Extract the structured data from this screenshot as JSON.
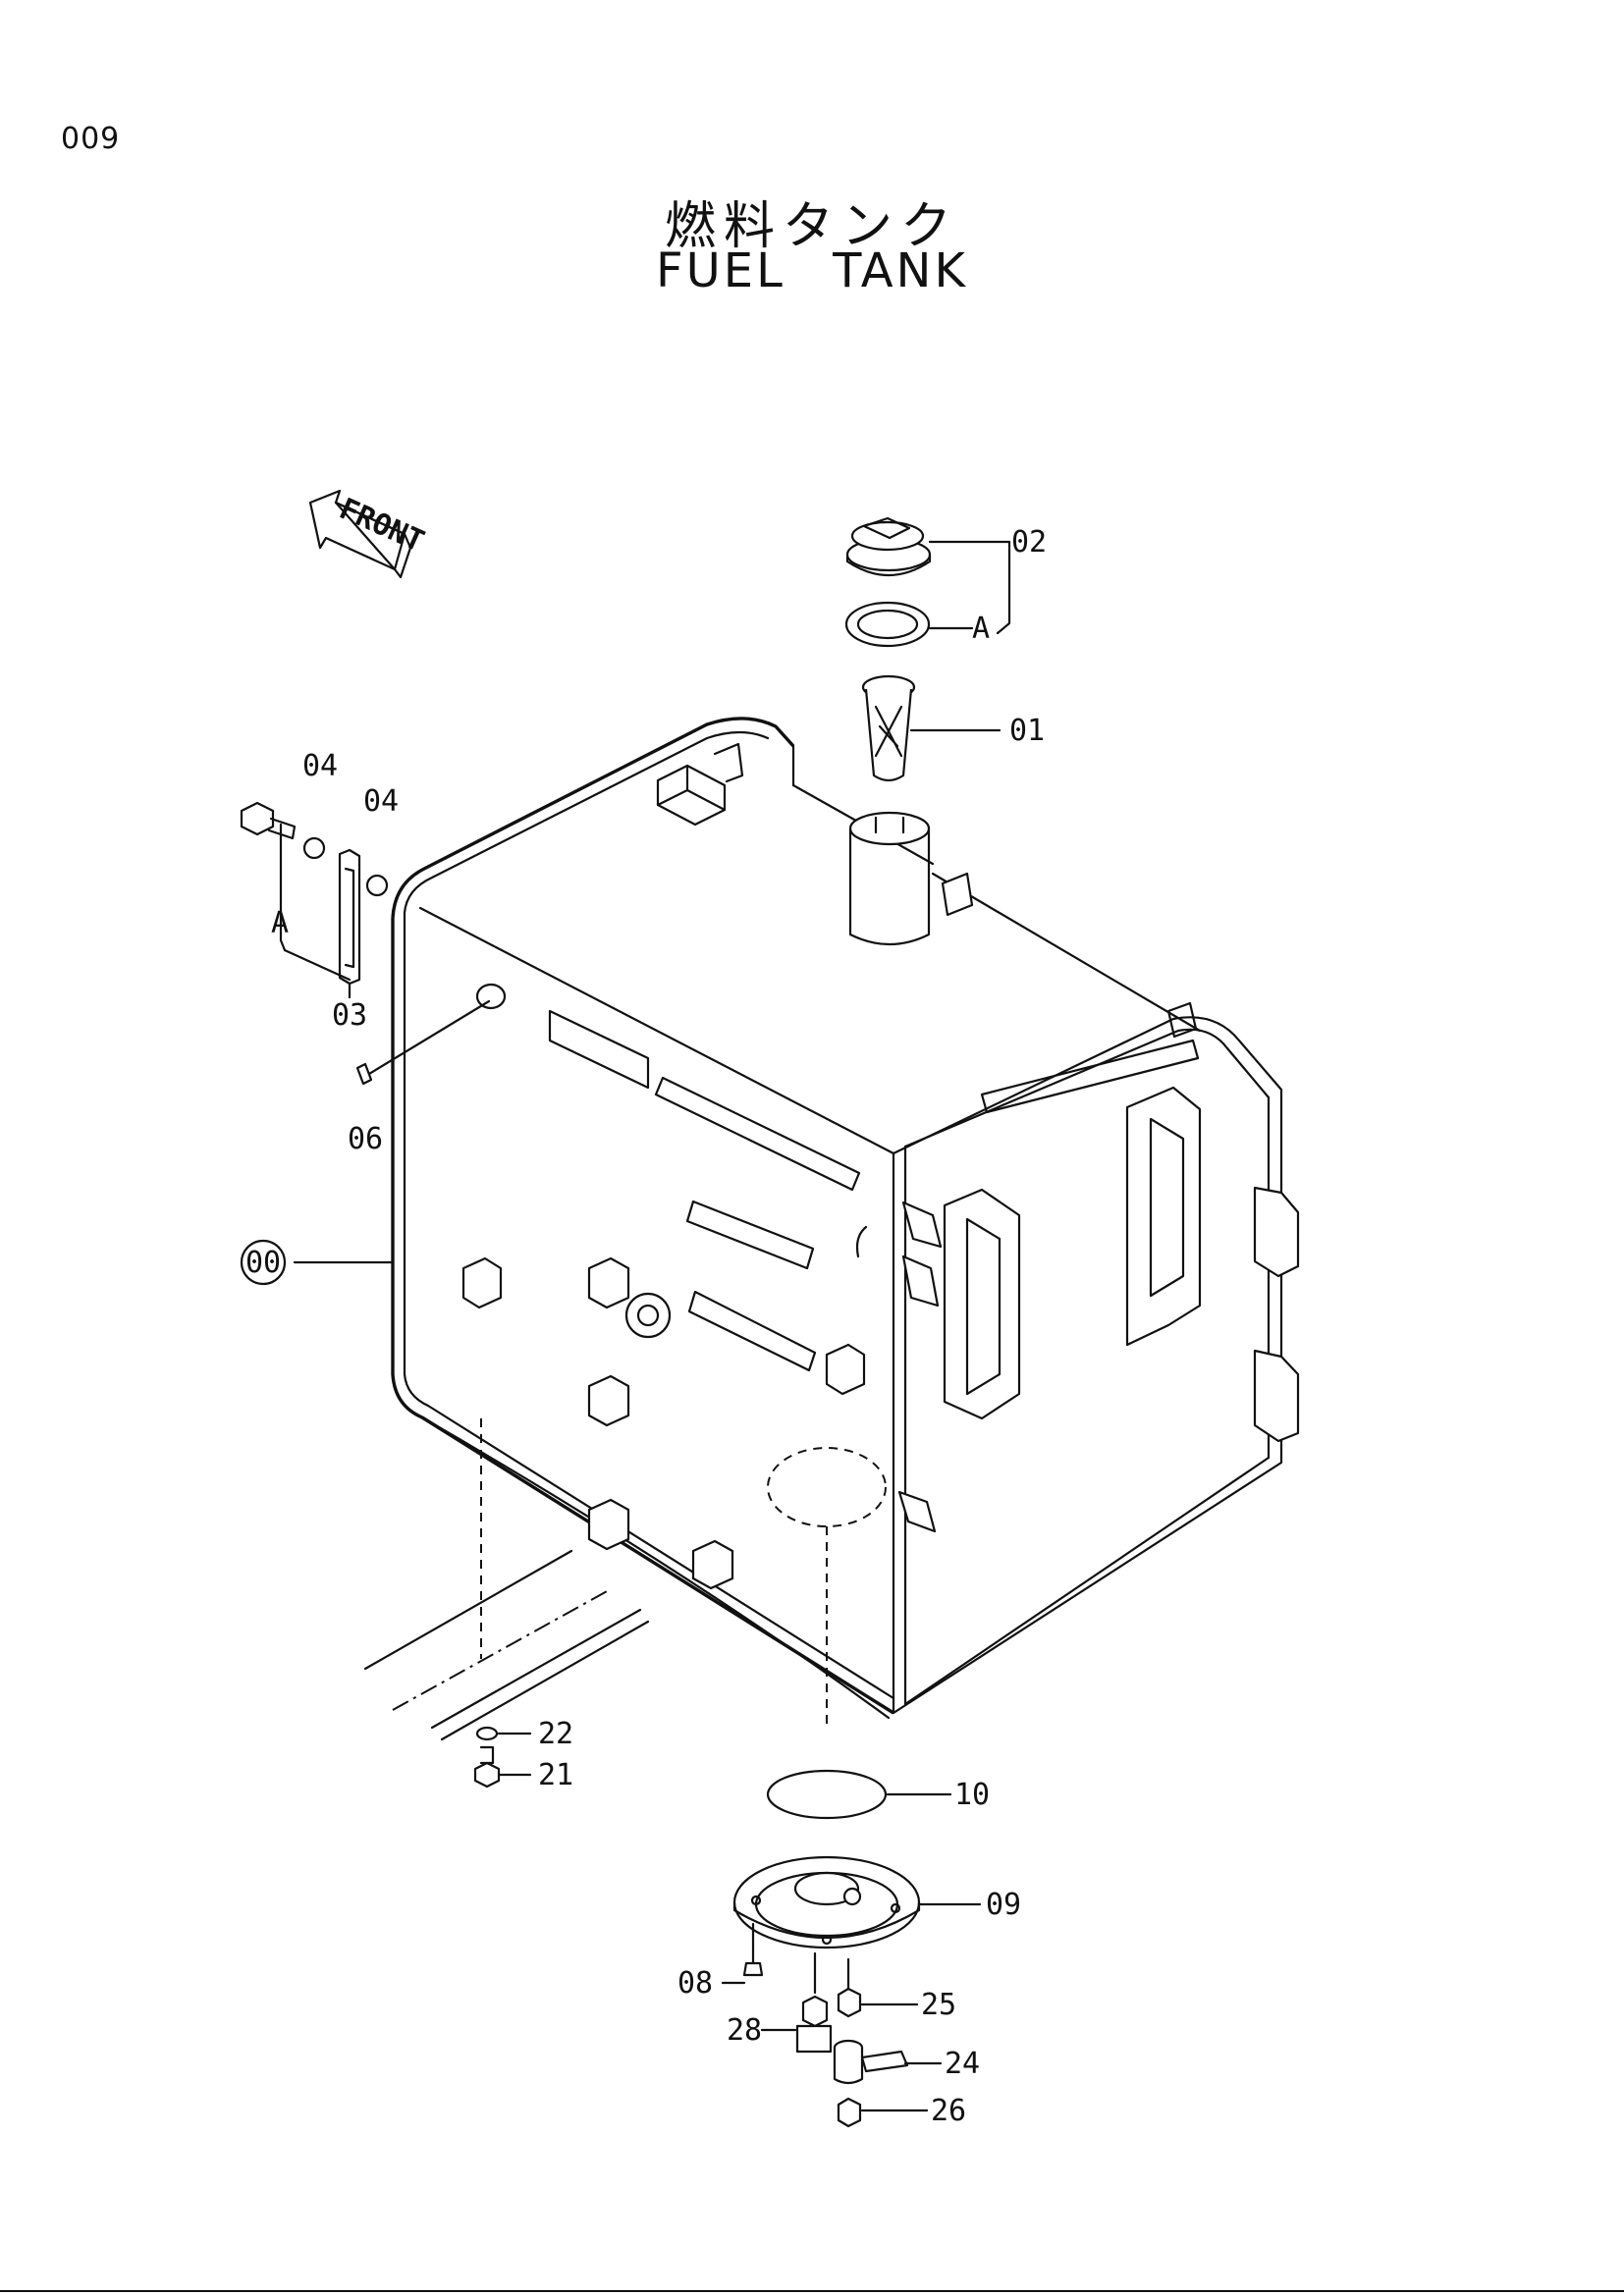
{
  "page": {
    "number": "009"
  },
  "title": {
    "japanese": "燃料タンク",
    "english": "FUEL TANK"
  },
  "front_marker": {
    "text": "FRONT"
  },
  "callouts": {
    "c00": "00",
    "c01": "01",
    "c02": "02",
    "c03": "03",
    "c04a": "04",
    "c04b": "04",
    "c06": "06",
    "c08": "08",
    "c09": "09",
    "c10": "10",
    "c21": "21",
    "c22": "22",
    "c24": "24",
    "c25": "25",
    "c26": "26",
    "c28": "28",
    "refA1": "A",
    "refA2": "A"
  }
}
